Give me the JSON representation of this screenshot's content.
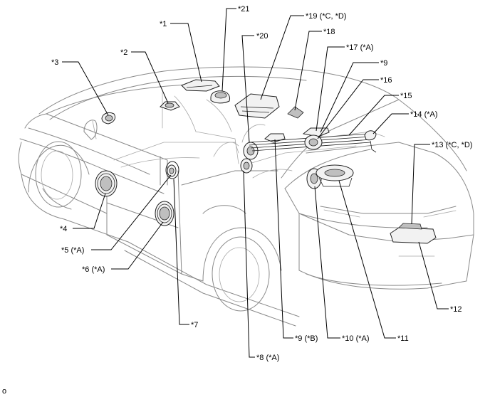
{
  "diagram": {
    "callouts": {
      "c1": "*1",
      "c2": "*2",
      "c3": "*3",
      "c4": "*4",
      "c5": "*5 (*A)",
      "c6": "*6 (*A)",
      "c7": "*7",
      "c8": "*8 (*A)",
      "c9": "*9",
      "c9b": "*9 (*B)",
      "c10": "*10 (*A)",
      "c11": "*11",
      "c12": "*12",
      "c13": "*13 (*C, *D)",
      "c14": "*14 (*A)",
      "c15": "*15",
      "c16": "*16",
      "c17": "*17 (*A)",
      "c18": "*18",
      "c19": "*19 (*C, *D)",
      "c20": "*20",
      "c21": "*21"
    },
    "footnote": "o"
  }
}
